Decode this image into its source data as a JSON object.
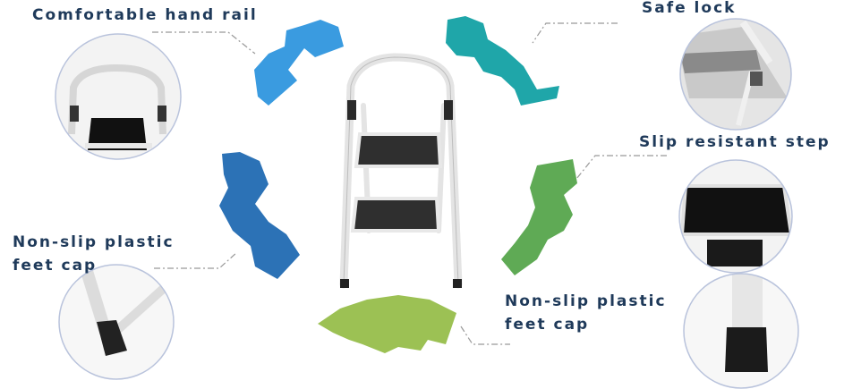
{
  "features": {
    "hand_rail": "Comfortable hand rail",
    "safe_lock": "Safe lock",
    "slip_step": "Slip resistant step",
    "feet_left_line1": "Non-slip plastic",
    "feet_left_line2": "feet cap",
    "feet_right_line1": "Non-slip plastic",
    "feet_right_line2": "feet cap"
  },
  "colors": {
    "gear_top_left": "#3a9be0",
    "gear_top_right": "#1fa6a9",
    "gear_left": "#2c72b6",
    "gear_right": "#5faa55",
    "gear_bottom": "#9cc154",
    "label_text": "#1f3a5a",
    "leader_line": "#999999",
    "callout_border": "#b9c3dc"
  }
}
